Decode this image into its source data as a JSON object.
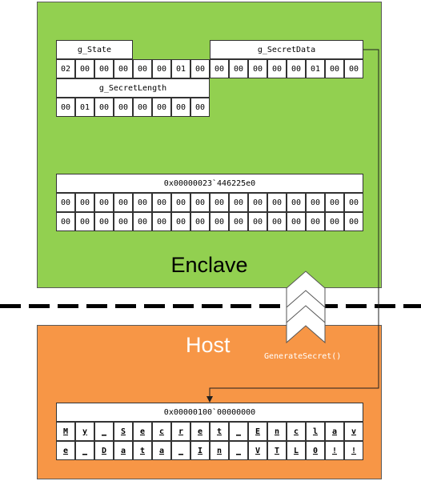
{
  "regions": {
    "enclave_label": "Enclave",
    "host_label": "Host"
  },
  "colors": {
    "enclave": "#92d050",
    "host": "#f79646",
    "divider": "#000000"
  },
  "g_state": {
    "label": "g_State",
    "bytes": [
      "02",
      "00",
      "00",
      "00",
      "00",
      "00",
      "01",
      "00"
    ]
  },
  "g_secret_data": {
    "label": "g_SecretData",
    "bytes": [
      "00",
      "00",
      "00",
      "00",
      "00",
      "01",
      "00",
      "00"
    ]
  },
  "g_secret_length": {
    "label": "g_SecretLength",
    "bytes": [
      "00",
      "01",
      "00",
      "00",
      "00",
      "00",
      "00",
      "00"
    ]
  },
  "enclave_buffer": {
    "address": "0x00000023`446225e0",
    "rows": [
      [
        "00",
        "00",
        "00",
        "00",
        "00",
        "00",
        "00",
        "00",
        "00",
        "00",
        "00",
        "00",
        "00",
        "00",
        "00",
        "00"
      ],
      [
        "00",
        "00",
        "00",
        "00",
        "00",
        "00",
        "00",
        "00",
        "00",
        "00",
        "00",
        "00",
        "00",
        "00",
        "00",
        "00"
      ]
    ]
  },
  "host_buffer": {
    "address": "0x00000100`00000000",
    "rows": [
      [
        "M",
        "y",
        "_",
        "S",
        "e",
        "c",
        "r",
        "e",
        "t",
        "_",
        "E",
        "n",
        "c",
        "l",
        "a",
        "v"
      ],
      [
        "e",
        "_",
        "D",
        "a",
        "t",
        "a",
        "_",
        "I",
        "n",
        "_",
        "V",
        "T",
        "L",
        "0",
        "!",
        "!"
      ]
    ]
  },
  "call": {
    "label": "GenerateSecret()"
  }
}
